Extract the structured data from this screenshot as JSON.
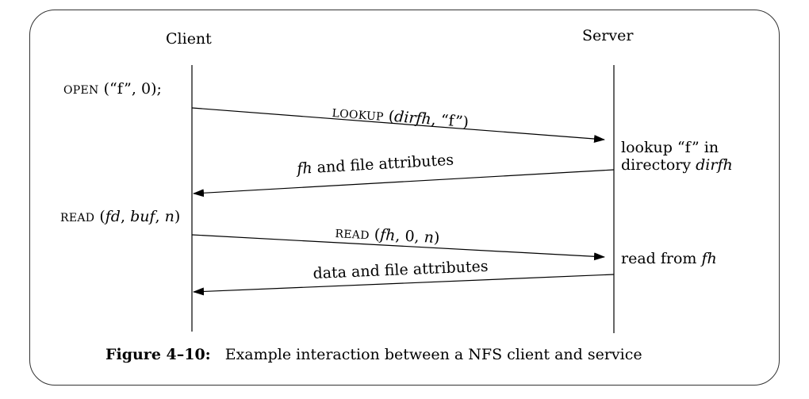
{
  "participants": {
    "client": "Client",
    "server": "Server"
  },
  "client_calls": [
    {
      "name": "OPEN",
      "args": "(“f”, 0);"
    },
    {
      "name": "READ",
      "args_open": "(",
      "a1": "fd",
      "sep1": ", ",
      "a2": "buf",
      "sep2": ", ",
      "a3": "n",
      "args_close": ")"
    }
  ],
  "messages": [
    {
      "name": "LOOKUP",
      "open": "(",
      "a1": "dirfh",
      "rest": ", “f”)"
    },
    {
      "a1": "fh",
      "rest": " and file attributes"
    },
    {
      "name": "READ",
      "open": "(",
      "a1": "fh",
      "mid": ", 0, ",
      "a2": "n",
      "close": ")"
    },
    {
      "text": "data and file attributes"
    }
  ],
  "server_notes": [
    {
      "line1": "lookup “f” in",
      "line2_plain": "directory ",
      "line2_italic": "dirfh"
    },
    {
      "plain": "read from ",
      "italic": "fh"
    }
  ],
  "caption": {
    "label": "Figure 4–10:",
    "text": "Example interaction between a NFS client and service"
  }
}
